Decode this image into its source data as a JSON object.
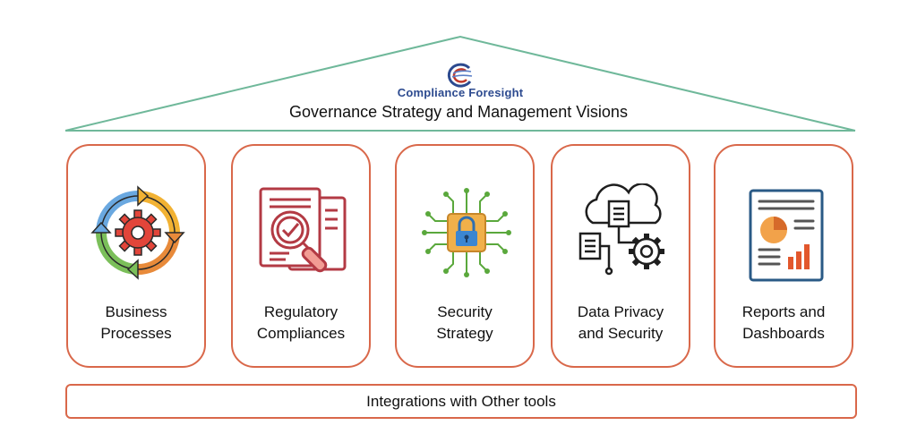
{
  "roof": {
    "logo_text": "Compliance Foresight",
    "title": "Governance Strategy and Management Visions"
  },
  "pillars": [
    {
      "line1": "Business",
      "line2": "Processes",
      "icon": "process-cycle-gear-icon"
    },
    {
      "line1": "Regulatory",
      "line2": "Compliances",
      "icon": "document-magnifier-check-icon"
    },
    {
      "line1": "Security",
      "line2": "Strategy",
      "icon": "circuit-lock-icon"
    },
    {
      "line1": "Data Privacy",
      "line2": "and Security",
      "icon": "cloud-document-gear-icon"
    },
    {
      "line1": "Reports and",
      "line2": "Dashboards",
      "icon": "report-chart-icon"
    }
  ],
  "base": {
    "label": "Integrations with Other tools"
  },
  "colors": {
    "roof_line": "#6fb89a",
    "pillar_border": "#d9684a",
    "logo_text": "#2c4a8f"
  }
}
